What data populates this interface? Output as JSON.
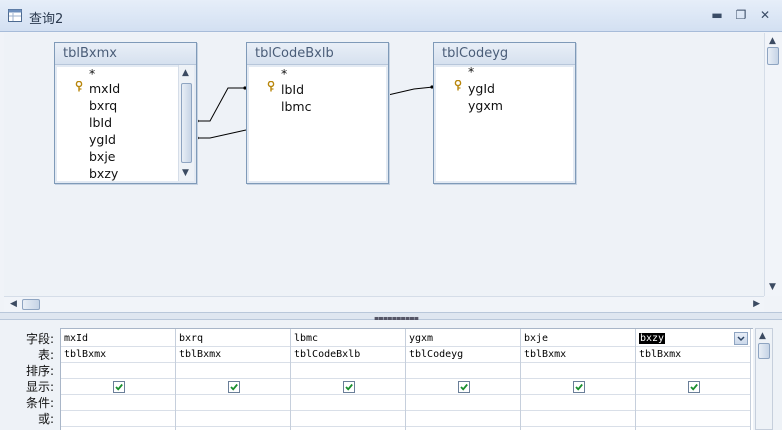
{
  "window": {
    "title": "查询2",
    "buttons": {
      "minimize": "▬",
      "restore": "❐",
      "close": "✕"
    }
  },
  "tables": [
    {
      "name": "tblBxmx",
      "fields": [
        "*",
        "mxId",
        "bxrq",
        "lbId",
        "ygId",
        "bxje",
        "bxzy"
      ],
      "key_field": "mxId"
    },
    {
      "name": "tblCodeBxlb",
      "fields": [
        "*",
        "lbId",
        "lbmc"
      ],
      "key_field": "lbId"
    },
    {
      "name": "tblCodeyg",
      "fields": [
        "*",
        "ygId",
        "ygxm"
      ],
      "key_field": "ygId"
    }
  ],
  "grid": {
    "row_labels": [
      "字段:",
      "表:",
      "排序:",
      "显示:",
      "条件:",
      "或:"
    ],
    "columns": [
      {
        "field": "mxId",
        "table": "tblBxmx",
        "show": true
      },
      {
        "field": "bxrq",
        "table": "tblBxmx",
        "show": true
      },
      {
        "field": "lbmc",
        "table": "tblCodeBxlb",
        "show": true
      },
      {
        "field": "ygxm",
        "table": "tblCodeyg",
        "show": true
      },
      {
        "field": "bxje",
        "table": "tblBxmx",
        "show": true
      },
      {
        "field": "bxzy",
        "table": "tblBxmx",
        "show": true,
        "selected": true
      }
    ]
  },
  "icons": {
    "title": "query-icon",
    "key": "primary-key-icon",
    "checkbox": "checkbox-checked-icon"
  },
  "colors": {
    "check": "#1a8f2e",
    "selection": "#000000"
  }
}
